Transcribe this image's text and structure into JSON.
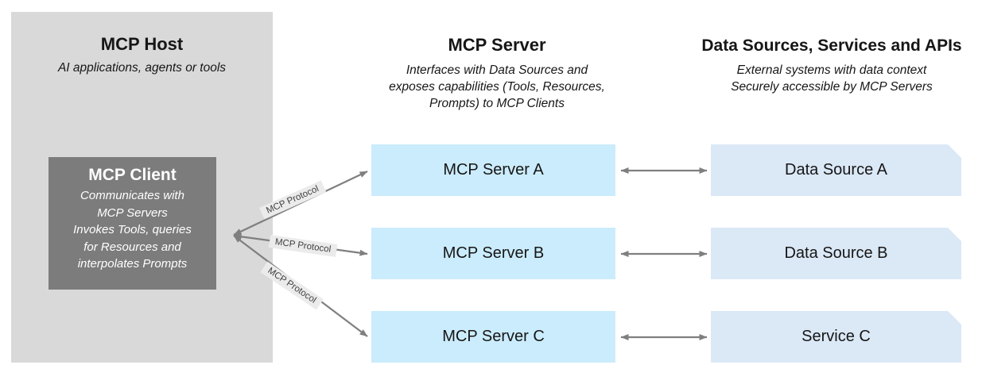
{
  "host": {
    "title": "MCP Host",
    "subtitle": "AI applications, agents or tools",
    "client": {
      "title": "MCP Client",
      "lines": [
        "Communicates with",
        "MCP Servers",
        "Invokes Tools, queries",
        "for Resources and",
        "interpolates Prompts"
      ]
    }
  },
  "server_column": {
    "title": "MCP Server",
    "subtitle_lines": [
      "Interfaces with Data Sources and",
      "exposes capabilities (Tools, Resources,",
      "Prompts) to MCP Clients"
    ],
    "boxes": [
      "MCP Server A",
      "MCP Server B",
      "MCP Server C"
    ]
  },
  "sources_column": {
    "title": "Data Sources, Services and APIs",
    "subtitle_lines": [
      "External systems with data context",
      "Securely accessible by MCP Servers"
    ],
    "boxes": [
      "Data Source A",
      "Data Source B",
      "Service C"
    ]
  },
  "protocol_labels": [
    "MCP Protocol",
    "MCP Protocol",
    "MCP Protocol"
  ],
  "colors": {
    "host_bg": "#d9d9d9",
    "client_bg": "#7c7c7c",
    "server_bg": "#cbecfc",
    "source_bg": "#dbe8f6",
    "arrow": "#7f7f7f",
    "label_bg": "#ebebeb"
  }
}
